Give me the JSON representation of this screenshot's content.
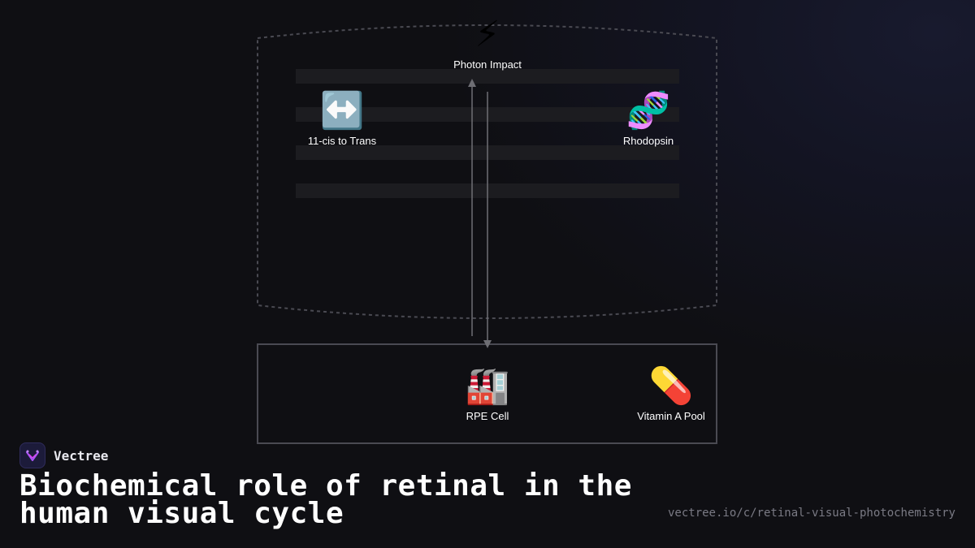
{
  "diagram": {
    "nodes": {
      "photon": {
        "icon": "lightning-icon",
        "glyph": "⚡",
        "label": "Photon Impact"
      },
      "isomer": {
        "icon": "left-right-arrow-icon",
        "glyph": "↔️",
        "label": "11-cis to Trans"
      },
      "rhodopsin": {
        "icon": "dna-icon",
        "glyph": "🧬",
        "label": "Rhodopsin"
      },
      "rpe": {
        "icon": "factory-icon",
        "glyph": "🏭",
        "label": "RPE Cell"
      },
      "vitamin": {
        "icon": "pill-icon",
        "glyph": "💊",
        "label": "Vitamin A Pool"
      }
    },
    "colors": {
      "background": "#0f0f13",
      "outline": "#4a4a52",
      "stripe": "#1c1c20",
      "arrow": "#6e6e74",
      "label": "#ffffff"
    }
  },
  "brand": {
    "name": "Vectree",
    "logo_icon": "vectree-logo-icon"
  },
  "title": "Biochemical role of retinal in the human visual cycle",
  "url": "vectree.io/c/retinal-visual-photochemistry"
}
